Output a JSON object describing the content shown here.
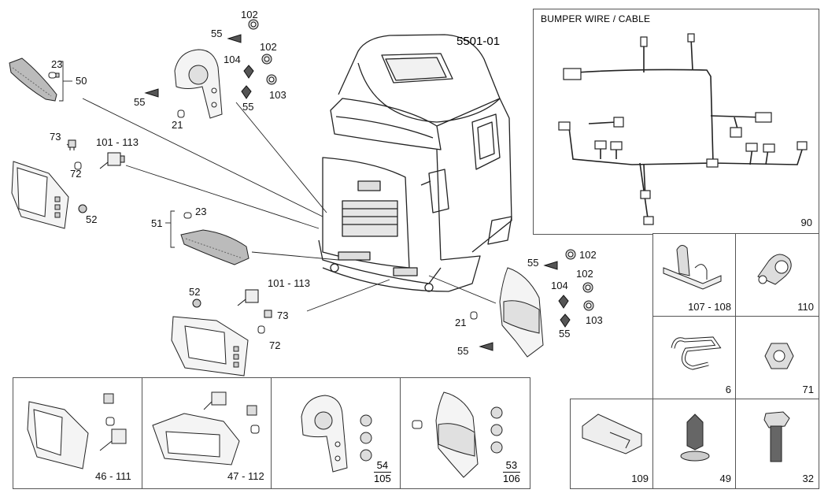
{
  "diagram_code": "5501-01",
  "callouts": {
    "c102_top": "102",
    "c55_top": "55",
    "c102_top2": "102",
    "c104_top": "104",
    "c103_top": "103",
    "c55_top2": "55",
    "c55_left": "55",
    "c21_left": "21",
    "c23_top": "23",
    "c50": "50",
    "c73_left": "73",
    "c101_113_left": "101 - 113",
    "c72_left": "72",
    "c52_left": "52",
    "c51": "51",
    "c23_mid": "23",
    "c52_mid": "52",
    "c101_113_mid": "101 - 113",
    "c73_mid": "73",
    "c72_mid": "72",
    "c55_right": "55",
    "c102_right": "102",
    "c102_right2": "102",
    "c104_right": "104",
    "c103_right": "103",
    "c21_right": "21",
    "c55_right2": "55",
    "c55_right3": "55"
  },
  "bumper_box": {
    "title": "BUMPER WIRE / CABLE",
    "number": "90"
  },
  "small_parts": [
    {
      "id": "107-108",
      "label": "107 - 108"
    },
    {
      "id": "110",
      "label": "110"
    },
    {
      "id": "6",
      "label": "6"
    },
    {
      "id": "71",
      "label": "71"
    },
    {
      "id": "109",
      "label": "109"
    },
    {
      "id": "49",
      "label": "49"
    },
    {
      "id": "32",
      "label": "32"
    }
  ],
  "kits": [
    {
      "label": "46 - 111"
    },
    {
      "label": "47 - 112"
    },
    {
      "numerator": "54",
      "denominator": "105"
    },
    {
      "numerator": "53",
      "denominator": "106"
    }
  ]
}
